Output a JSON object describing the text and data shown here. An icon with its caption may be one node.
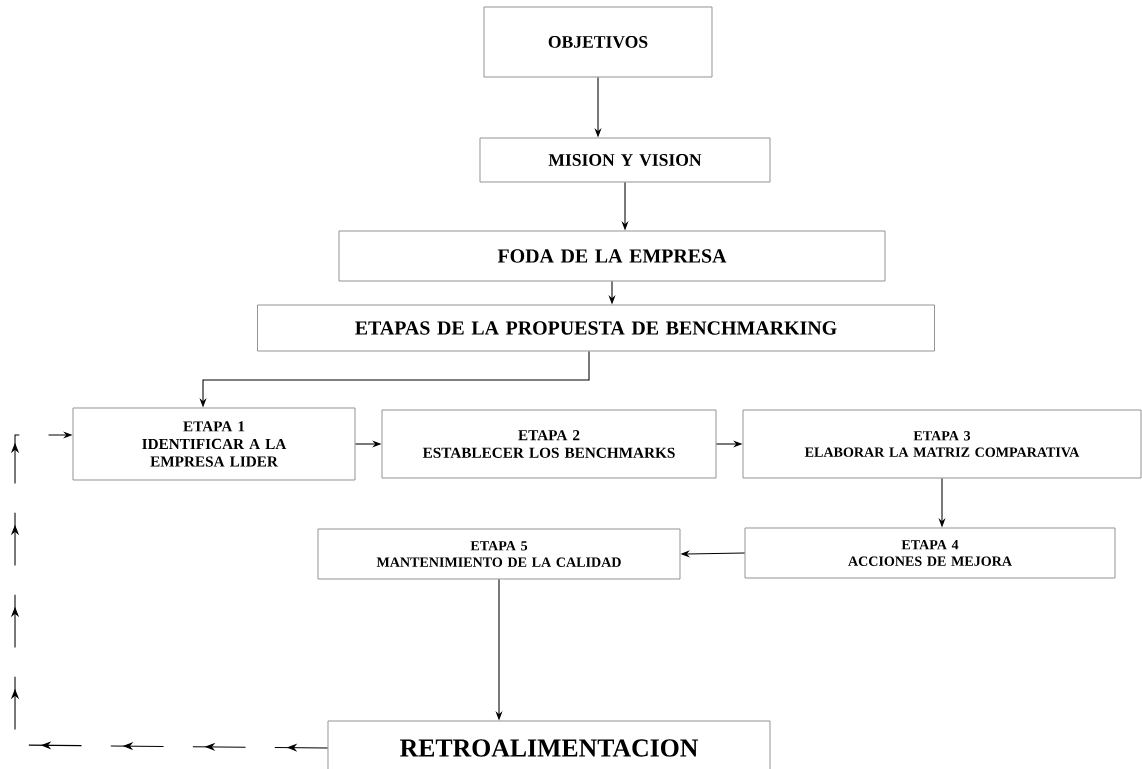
{
  "diagram": {
    "nodes": [
      {
        "text": [
          "OBJETIVOS"
        ]
      },
      {
        "text": [
          "MISION Y VISION"
        ]
      },
      {
        "text": [
          "FODA DE LA EMPRESA"
        ]
      },
      {
        "text": [
          "ETAPAS DE LA PROPUESTA DE BENCHMARKING"
        ]
      },
      {
        "text": [
          "ETAPA 1",
          "IDENTIFICAR A LA EMPRESA LIDER"
        ]
      },
      {
        "text": [
          "ETAPA 2",
          "ESTABLECER LOS BENCHMARKS"
        ]
      },
      {
        "text": [
          "ETAPA 3",
          "ELABORAR LA MATRIZ COMPARATIVA"
        ]
      },
      {
        "text": [
          "ETAPA 4",
          "ACCIONES DE MEJORA"
        ]
      },
      {
        "text": [
          "ETAPA 5",
          "MANTENIMIENTO DE LA CALIDAD"
        ]
      },
      {
        "text": [
          "RETROALIMENTACION"
        ]
      }
    ],
    "edges": [
      {
        "from": 0,
        "to": 1,
        "arrow": "to"
      },
      {
        "from": 1,
        "to": 2,
        "arrow": "to"
      },
      {
        "from": 2,
        "to": 3,
        "arrow": "to"
      },
      {
        "from": 3,
        "to": 4,
        "arrow": "to"
      },
      {
        "from": 4,
        "to": 5,
        "arrow": "to"
      },
      {
        "from": 5,
        "to": 6,
        "arrow": "to"
      },
      {
        "from": 6,
        "to": 7,
        "arrow": "to"
      },
      {
        "from": 7,
        "to": 8,
        "arrow": "to"
      },
      {
        "from": 8,
        "to": 9,
        "arrow": "to"
      },
      {
        "from": 9,
        "to": 4,
        "arrow": "to",
        "style": "dashed"
      }
    ]
  }
}
